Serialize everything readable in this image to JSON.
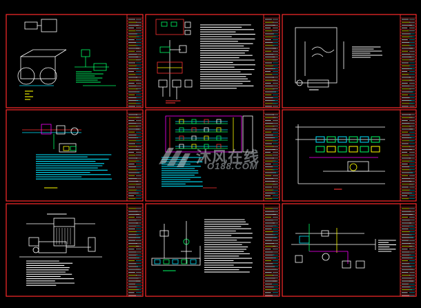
{
  "viewer": {
    "background": "#000000",
    "sheet_border_color": "#ff2a2a",
    "title_block_color": "#ff3333",
    "line_colors": [
      "#00e5ff",
      "#00ff66",
      "#ffff00",
      "#ff00ff",
      "#ff3333",
      "#ffffff"
    ]
  },
  "watermark": {
    "text": "沐风在线",
    "sub": "O188.COM",
    "icon": "logo-icon"
  },
  "sheets": [
    {
      "id": 1,
      "kind": "equipment-elevation"
    },
    {
      "id": 2,
      "kind": "control-schematic"
    },
    {
      "id": 3,
      "kind": "section-detail"
    },
    {
      "id": 4,
      "kind": "piping-plan"
    },
    {
      "id": 5,
      "kind": "riser-diagram"
    },
    {
      "id": 6,
      "kind": "system-diagram"
    },
    {
      "id": 7,
      "kind": "unit-detail"
    },
    {
      "id": 8,
      "kind": "electrical-schematic"
    },
    {
      "id": 9,
      "kind": "piping-schematic"
    }
  ]
}
